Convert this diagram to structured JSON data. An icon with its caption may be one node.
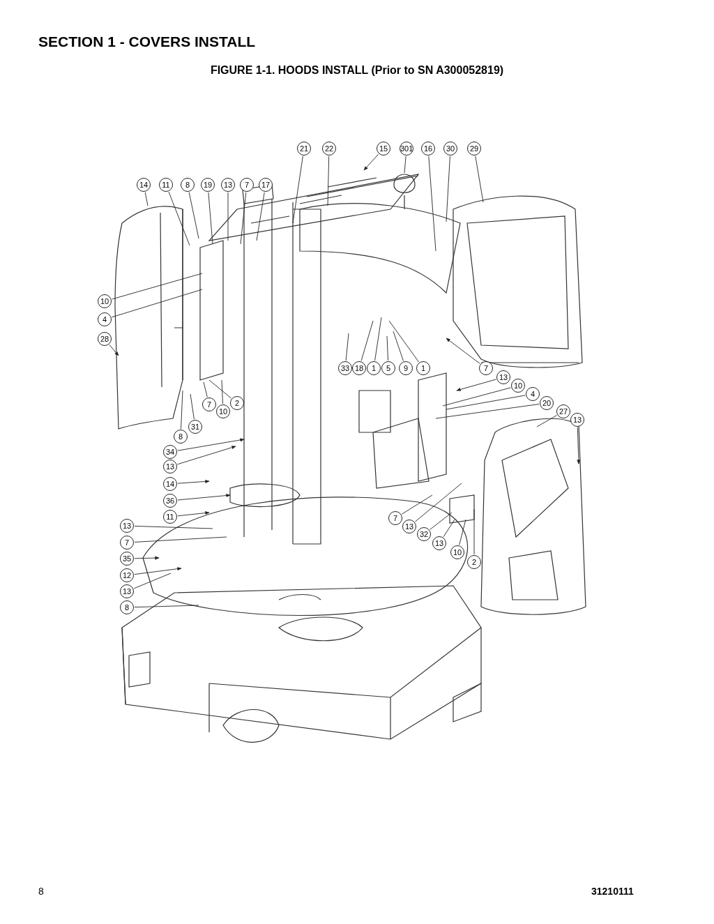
{
  "diagram": {
    "title": "SECTION 1 - COVERS INSTALL",
    "caption": "FIGURE 1-1. HOODS INSTALL (Prior to SN A300052819)",
    "nodes": [
      {
        "text": [
          "21"
        ]
      },
      {
        "text": [
          "22"
        ]
      },
      {
        "text": [
          "15"
        ]
      },
      {
        "text": [
          "301"
        ]
      },
      {
        "text": [
          "16"
        ]
      },
      {
        "text": [
          "30"
        ]
      },
      {
        "text": [
          "29"
        ]
      },
      {
        "text": [
          "14"
        ]
      },
      {
        "text": [
          "11"
        ]
      },
      {
        "text": [
          "8"
        ]
      },
      {
        "text": [
          "19"
        ]
      },
      {
        "text": [
          "13"
        ]
      },
      {
        "text": [
          "7"
        ]
      },
      {
        "text": [
          "17"
        ]
      },
      {
        "text": [
          "10"
        ]
      },
      {
        "text": [
          "4"
        ]
      },
      {
        "text": [
          "28"
        ]
      },
      {
        "text": [
          "33"
        ]
      },
      {
        "text": [
          "18"
        ]
      },
      {
        "text": [
          "1"
        ]
      },
      {
        "text": [
          "5"
        ]
      },
      {
        "text": [
          "9"
        ]
      },
      {
        "text": [
          "1"
        ]
      },
      {
        "text": [
          "7"
        ]
      },
      {
        "text": [
          "13"
        ]
      },
      {
        "text": [
          "10"
        ]
      },
      {
        "text": [
          "4"
        ]
      },
      {
        "text": [
          "20"
        ]
      },
      {
        "text": [
          "27"
        ]
      },
      {
        "text": [
          "13"
        ]
      },
      {
        "text": [
          "2"
        ]
      },
      {
        "text": [
          "10"
        ]
      },
      {
        "text": [
          "7"
        ]
      },
      {
        "text": [
          "31"
        ]
      },
      {
        "text": [
          "8"
        ]
      },
      {
        "text": [
          "34"
        ]
      },
      {
        "text": [
          "13"
        ]
      },
      {
        "text": [
          "14"
        ]
      },
      {
        "text": [
          "36"
        ]
      },
      {
        "text": [
          "11"
        ]
      },
      {
        "text": [
          "13"
        ]
      },
      {
        "text": [
          "7"
        ]
      },
      {
        "text": [
          "35"
        ]
      },
      {
        "text": [
          "12"
        ]
      },
      {
        "text": [
          "13"
        ]
      },
      {
        "text": [
          "8"
        ]
      },
      {
        "text": [
          "7"
        ]
      },
      {
        "text": [
          "13"
        ]
      },
      {
        "text": [
          "32"
        ]
      },
      {
        "text": [
          "13"
        ]
      },
      {
        "text": [
          "10"
        ]
      },
      {
        "text": [
          "2"
        ]
      }
    ],
    "edges": [
      {
        "from": 0,
        "to": null,
        "arrow": "none"
      },
      {
        "from": 1,
        "to": null,
        "arrow": "none"
      },
      {
        "from": 2,
        "to": null,
        "arrow": "to"
      },
      {
        "from": 3,
        "to": null,
        "arrow": "none"
      },
      {
        "from": 4,
        "to": null,
        "arrow": "none"
      },
      {
        "from": 5,
        "to": null,
        "arrow": "none"
      },
      {
        "from": 6,
        "to": null,
        "arrow": "none"
      },
      {
        "from": 7,
        "to": null,
        "arrow": "none"
      },
      {
        "from": 8,
        "to": null,
        "arrow": "none"
      },
      {
        "from": 9,
        "to": null,
        "arrow": "none"
      },
      {
        "from": 10,
        "to": null,
        "arrow": "none"
      },
      {
        "from": 11,
        "to": null,
        "arrow": "none"
      },
      {
        "from": 12,
        "to": null,
        "arrow": "none"
      },
      {
        "from": 13,
        "to": null,
        "arrow": "none"
      },
      {
        "from": 14,
        "to": null,
        "arrow": "none"
      },
      {
        "from": 15,
        "to": null,
        "arrow": "none"
      },
      {
        "from": 16,
        "to": null,
        "arrow": "to"
      },
      {
        "from": 17,
        "to": null,
        "arrow": "none"
      },
      {
        "from": 18,
        "to": null,
        "arrow": "none"
      },
      {
        "from": 19,
        "to": null,
        "arrow": "none"
      },
      {
        "from": 20,
        "to": null,
        "arrow": "none"
      },
      {
        "from": 21,
        "to": null,
        "arrow": "none"
      },
      {
        "from": 22,
        "to": null,
        "arrow": "none"
      },
      {
        "from": 23,
        "to": null,
        "arrow": "to"
      },
      {
        "from": 24,
        "to": null,
        "arrow": "to"
      },
      {
        "from": 25,
        "to": null,
        "arrow": "none"
      },
      {
        "from": 26,
        "to": null,
        "arrow": "none"
      },
      {
        "from": 27,
        "to": null,
        "arrow": "none"
      },
      {
        "from": 28,
        "to": null,
        "arrow": "none"
      },
      {
        "from": 29,
        "to": null,
        "arrow": "to"
      },
      {
        "from": 30,
        "to": null,
        "arrow": "none"
      },
      {
        "from": 31,
        "to": null,
        "arrow": "none"
      },
      {
        "from": 32,
        "to": null,
        "arrow": "none"
      },
      {
        "from": 33,
        "to": null,
        "arrow": "none"
      },
      {
        "from": 34,
        "to": null,
        "arrow": "none"
      },
      {
        "from": 35,
        "to": null,
        "arrow": "to"
      },
      {
        "from": 36,
        "to": null,
        "arrow": "to"
      },
      {
        "from": 37,
        "to": null,
        "arrow": "to"
      },
      {
        "from": 38,
        "to": null,
        "arrow": "to"
      },
      {
        "from": 39,
        "to": null,
        "arrow": "to"
      },
      {
        "from": 40,
        "to": null,
        "arrow": "none"
      },
      {
        "from": 41,
        "to": null,
        "arrow": "none"
      },
      {
        "from": 42,
        "to": null,
        "arrow": "to"
      },
      {
        "from": 43,
        "to": null,
        "arrow": "to"
      },
      {
        "from": 44,
        "to": null,
        "arrow": "none"
      },
      {
        "from": 45,
        "to": null,
        "arrow": "none"
      },
      {
        "from": 46,
        "to": null,
        "arrow": "none"
      },
      {
        "from": 47,
        "to": null,
        "arrow": "none"
      },
      {
        "from": 48,
        "to": null,
        "arrow": "none"
      },
      {
        "from": 49,
        "to": null,
        "arrow": "none"
      },
      {
        "from": 50,
        "to": null,
        "arrow": "none"
      },
      {
        "from": 51,
        "to": null,
        "arrow": "none"
      }
    ],
    "labels": [
      "8",
      "31210111"
    ]
  }
}
